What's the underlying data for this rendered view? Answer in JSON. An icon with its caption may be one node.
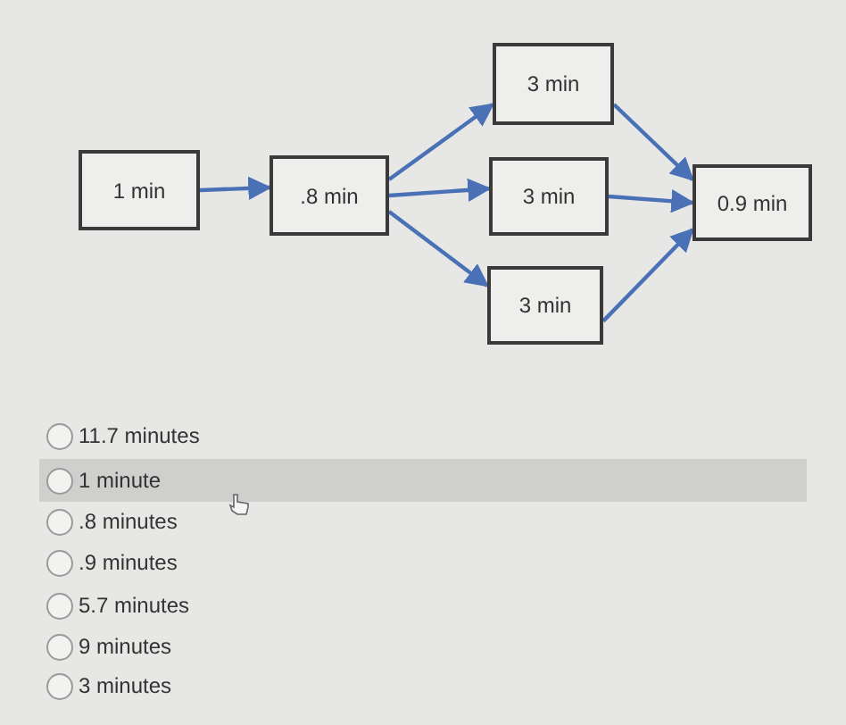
{
  "diagram": {
    "nodes": [
      {
        "text": [
          "1 min"
        ]
      },
      {
        "text": [
          ".8 min"
        ]
      },
      {
        "text": [
          "3 min"
        ]
      },
      {
        "text": [
          "3 min"
        ]
      },
      {
        "text": [
          "3 min"
        ]
      },
      {
        "text": [
          "0.9 min"
        ]
      }
    ],
    "edges": [
      {
        "from": 0,
        "to": 1,
        "arrow": "to"
      },
      {
        "from": 1,
        "to": 2,
        "arrow": "to"
      },
      {
        "from": 1,
        "to": 3,
        "arrow": "to"
      },
      {
        "from": 1,
        "to": 4,
        "arrow": "to"
      },
      {
        "from": 2,
        "to": 5,
        "arrow": "to"
      },
      {
        "from": 3,
        "to": 5,
        "arrow": "to"
      },
      {
        "from": 4,
        "to": 5,
        "arrow": "to"
      }
    ],
    "labels": [
      "11.7 minutes",
      "1 minute",
      ".8 minutes",
      ".9 minutes",
      "5.7 minutes",
      "9 minutes",
      "3 minutes"
    ]
  }
}
